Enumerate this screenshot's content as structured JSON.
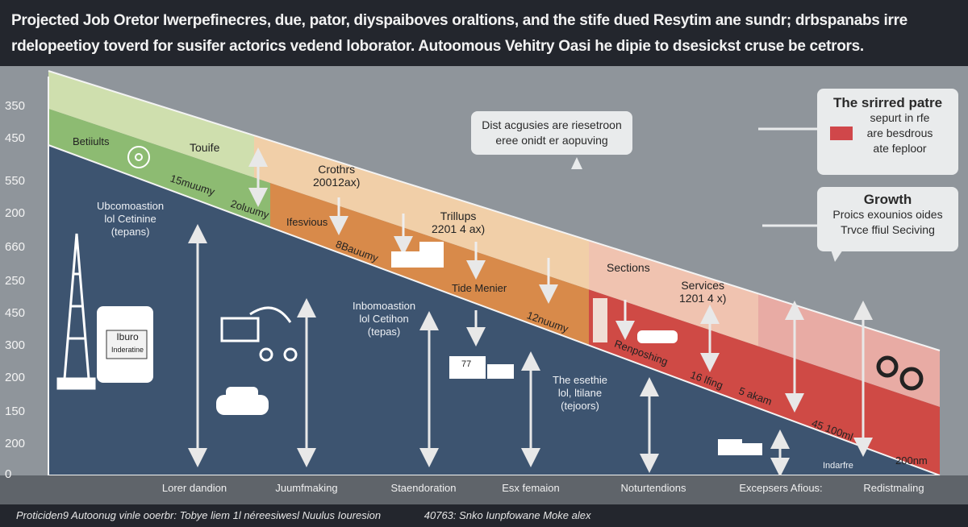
{
  "header": {
    "line1": "Projected Job Oretor Iwerpefinecres, due, pator, diyspaiboves oraltions, and the stife dued Resytim ane sundr; drbspanabs irre",
    "line2": "rdelopeetioy toverd for susifer actorics vedend loborator. Autoomous Vehitry Oasi he dipie to dsesickst cruse be cetrors."
  },
  "y_axis": [
    "350",
    "450",
    "550",
    "200",
    "660",
    "250",
    "450",
    "300",
    "200",
    "150",
    "200",
    "0"
  ],
  "x_axis": [
    "Lorer dandion",
    "Juumfmaking",
    "Staendoration",
    "Esx femaion",
    "Noturtendions",
    "Excepsers Afious:",
    "Redistmaling"
  ],
  "labels": {
    "betiiults": "Betiiults",
    "touife": "Touife",
    "lbmuumy": "15muumy",
    "zoluumy": "2oluumy",
    "uboom": "Ubcomoastion",
    "uboom2": "lol Cetinine",
    "uboom3": "(tepans)",
    "crothrs": "Crothrs",
    "crothrs_val": "20012ax)",
    "ifesvious": "Ifesvious",
    "trillups": "Trillups",
    "trillups_val": "2201 4 ax)",
    "bbauumy": "8Bauumy",
    "tide": "Tide Menier",
    "inbom": "Inbomoastion",
    "inbom2": "lol Cetihon",
    "inbom3": "(tepas)",
    "tzuumy": "12nuumy",
    "sections": "Sections",
    "services": "Services",
    "services_val": "1201 4 x)",
    "responsing": "Renposhing",
    "ifing": "16 lfing",
    "sakam": "5 akam",
    "fourfive": "45 100ml",
    "indarfre": "Indarfre",
    "twohundred": "200nm",
    "esethe": "The esethie",
    "esethe2": "lol, ltilane",
    "esethe3": "(tejoors)",
    "iburo": "Iburo",
    "iburo2": "Inderatine",
    "truck_num": "77"
  },
  "callout_top": {
    "line1": "Dist acgusies are riesetroon",
    "line2": "eree onidt er aopuving"
  },
  "legend_box": {
    "title": "The srirred patre",
    "line1": "sepurt in rfe",
    "line2": "are besdrous",
    "line3": "ate feploor",
    "swatch": "#d0474a"
  },
  "growth_box": {
    "title": "Growth",
    "line1": "Proics exounios oides",
    "line2": "Trvce ffiul Seciving"
  },
  "footer": {
    "left": "Proticiden9 Autoonug vinle ooerbr: Tobye liem 1l néreesiwesl Nuulus Iouresion",
    "right": "40763: Snko Iunpfowane Moke alex"
  },
  "colors": {
    "navy": "#3d5470",
    "green_light": "#cfdfae",
    "green": "#8dbb72",
    "peach": "#f1cfa8",
    "orange": "#d88a4a",
    "pink": "#edb9ae",
    "red": "#cf4a45"
  }
}
